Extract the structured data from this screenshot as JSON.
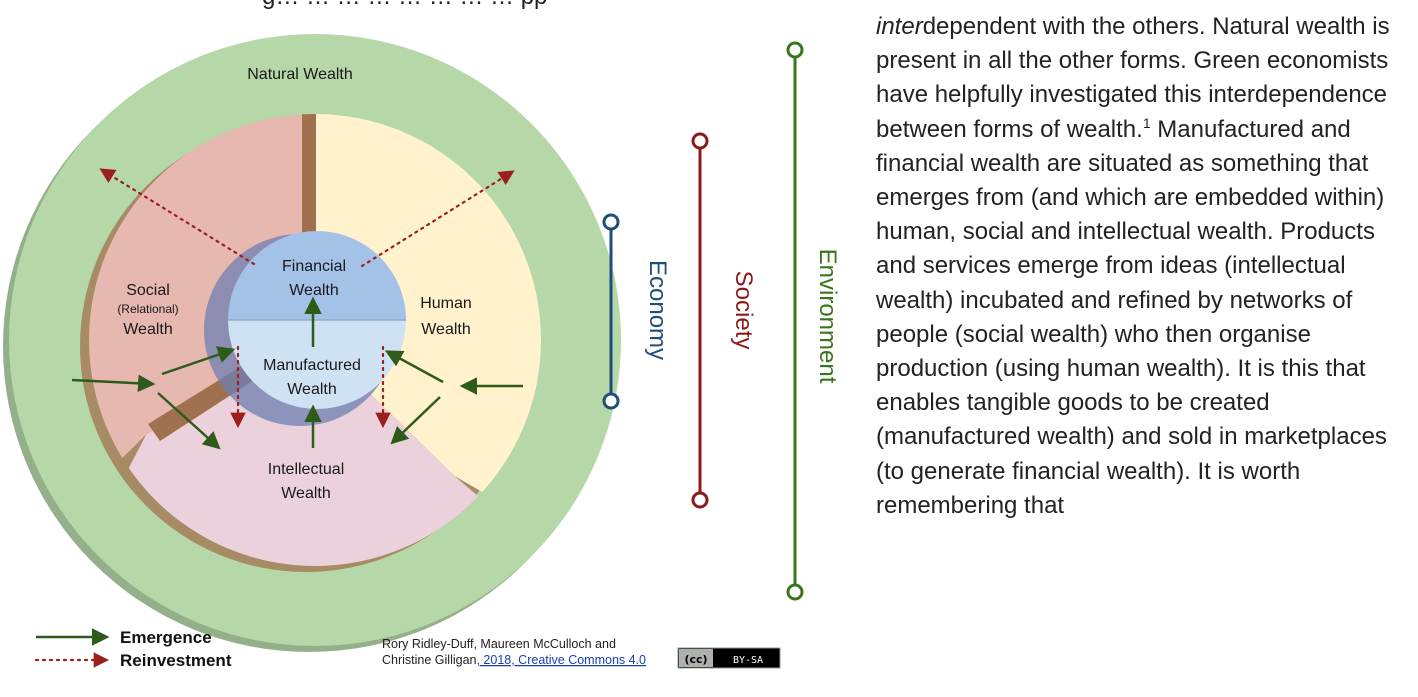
{
  "top_fragment": "g… … … … … … … … pp",
  "diagram": {
    "natural": "Natural Wealth",
    "social": [
      "Social",
      "(Relational)",
      "Wealth"
    ],
    "human": [
      "Human",
      "Wealth"
    ],
    "financial": [
      "Financial",
      "Wealth"
    ],
    "manufactured": [
      "Manufactured",
      "Wealth"
    ],
    "intellectual": [
      "Intellectual",
      "Wealth"
    ]
  },
  "axes": {
    "economy": "Economy",
    "society": "Society",
    "environment": "Environment"
  },
  "legend": {
    "emergence": "Emergence",
    "reinvestment": "Reinvestment"
  },
  "credit": {
    "line1": "Rory Ridley-Duff, Maureen McCulloch and",
    "line2": "Christine Gilligan",
    "link": ", 2018, Creative Commons 4.0"
  },
  "license": {
    "cc": "(cc)",
    "by_sa": "BY-SA"
  },
  "body": {
    "p1_em": "inter",
    "p1_rest": "dependent with the others. Natural wealth is present in all the other forms. Green economists have helpfully investigated this interdependence between forms of wealth.",
    "footnote": "1",
    "p2": " Manufactured and financial wealth are situated as something that emerges from (and which are embedded within) human, social and intellectual wealth. Products and services emerge from ideas (intellectual wealth) incubated and refined by networks of people (social wealth) who then organise production (using human wealth). It is this that enables tangible goods to be created (manufactured wealth) and sold in marketplaces (to generate financial wealth). It is worth remembering that"
  },
  "colors": {
    "natural": "#b6d7a8",
    "natural_shadow": "#93b08a",
    "social": "#e6b8af",
    "human": "#fff2cc",
    "intellectual": "#ead1dc",
    "financial": "#a4c2e8",
    "manufactured": "#cfe2f3",
    "divider": "#a0714f",
    "economy": "#1f4e79",
    "society": "#8b1a1a",
    "environment": "#38761d",
    "emergence": "#2e5a1a",
    "reinvestment": "#9c1f1f"
  }
}
